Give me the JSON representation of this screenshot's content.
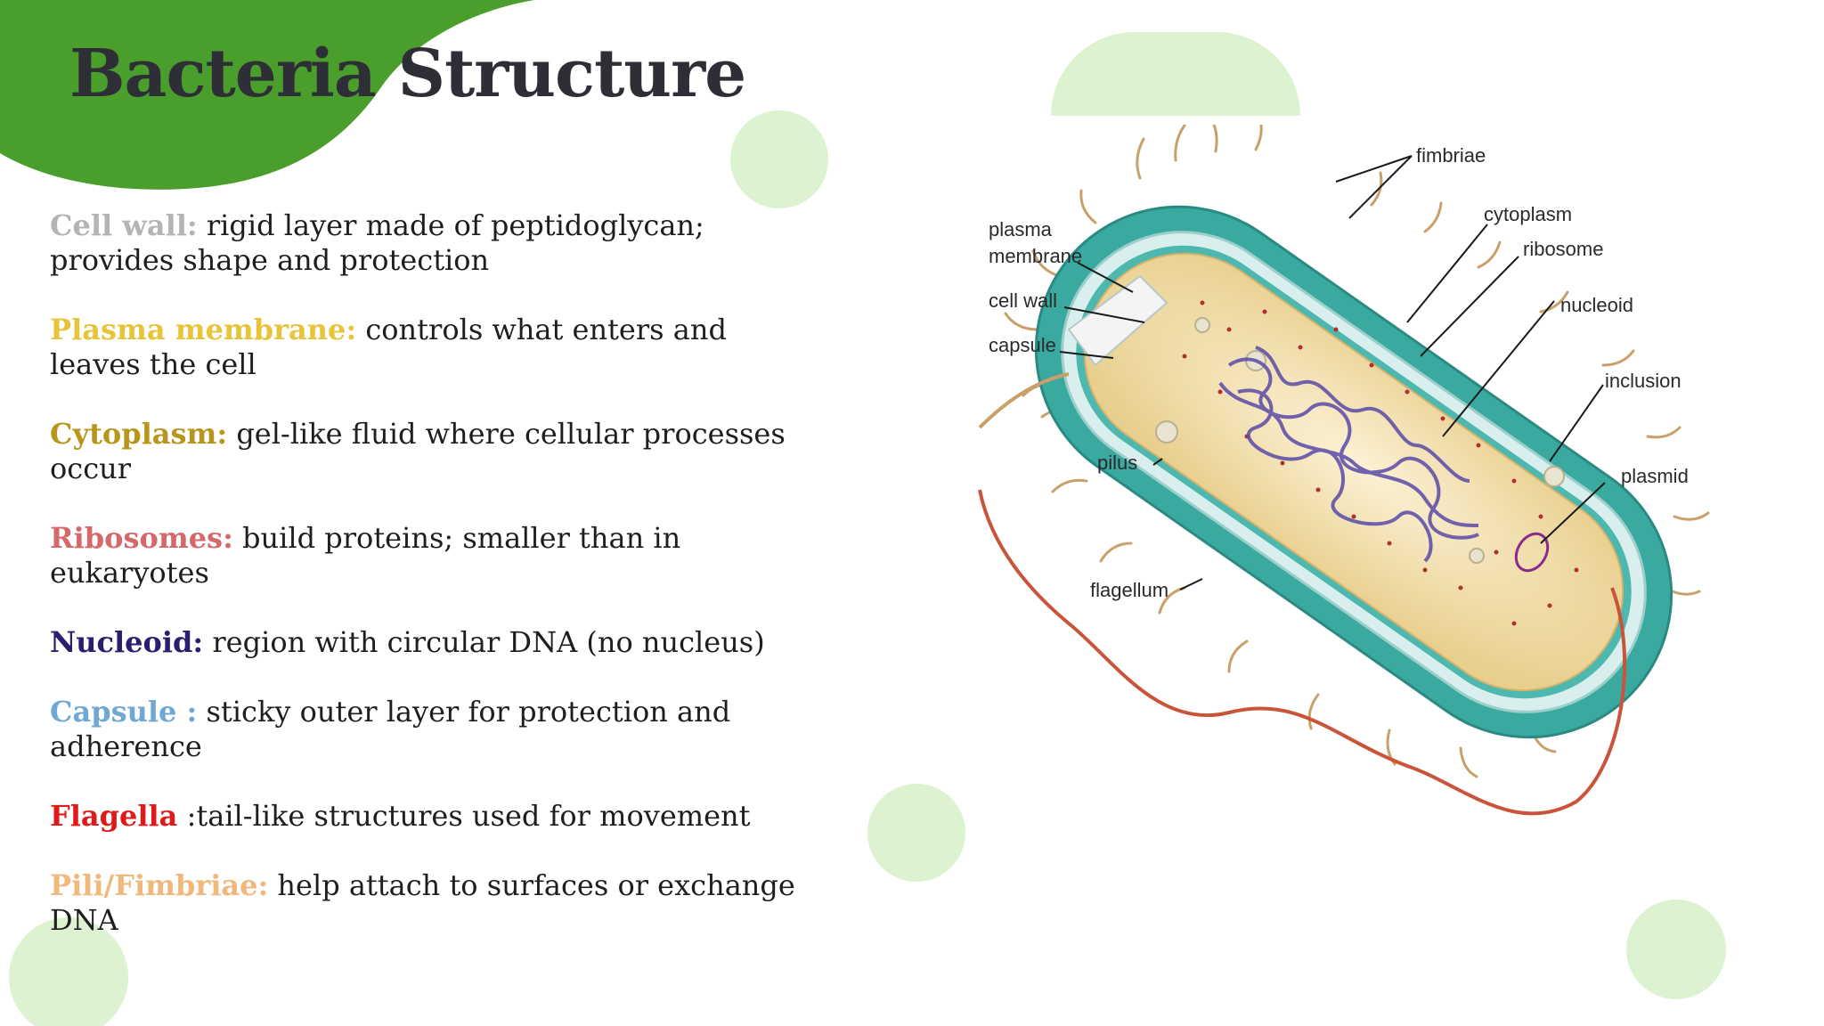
{
  "slide": {
    "title": "Bacteria Structure",
    "points": [
      {
        "term": "Cell wall:",
        "text": " rigid layer made of peptidoglycan; provides shape and protection",
        "color": "#b4b4b4"
      },
      {
        "term": "Plasma membrane:",
        "text": " controls what enters and leaves the cell",
        "color": "#e8c43a"
      },
      {
        "term": "Cytoplasm:",
        "text": " gel-like fluid where cellular processes occur",
        "color": "#b8961c"
      },
      {
        "term": "Ribosomes:",
        "text": " build proteins; smaller than in eukaryotes",
        "color": "#d4686a"
      },
      {
        "term": "Nucleoid:",
        "text": " region with circular DNA (no nucleus)",
        "color": "#2a1f6e"
      },
      {
        "term": "Capsule :",
        "text": " sticky outer layer for protection and adherence",
        "color": "#6fa8d4"
      },
      {
        "term": "Flagella",
        "text": "  :tail-like structures used for movement",
        "color": "#e01a1a"
      },
      {
        "term": "Pili/Fimbriae:",
        "text": " help attach to surfaces or exchange DNA",
        "color": "#f0b87a"
      }
    ]
  },
  "diagram": {
    "labels": {
      "fimbriae": "fimbriae",
      "plasma_membrane_1": "plasma",
      "plasma_membrane_2": "membrane",
      "cytoplasm": "cytoplasm",
      "ribosome": "ribosome",
      "cell_wall": "cell wall",
      "nucleoid": "nucleoid",
      "capsule": "capsule",
      "inclusion": "inclusion",
      "pilus": "pilus",
      "plasmid": "plasmid",
      "flagellum": "flagellum"
    }
  },
  "colors": {
    "accent_green": "#4a9e2c",
    "decor_green": "#dcf2d0",
    "title": "#2e2e36"
  }
}
